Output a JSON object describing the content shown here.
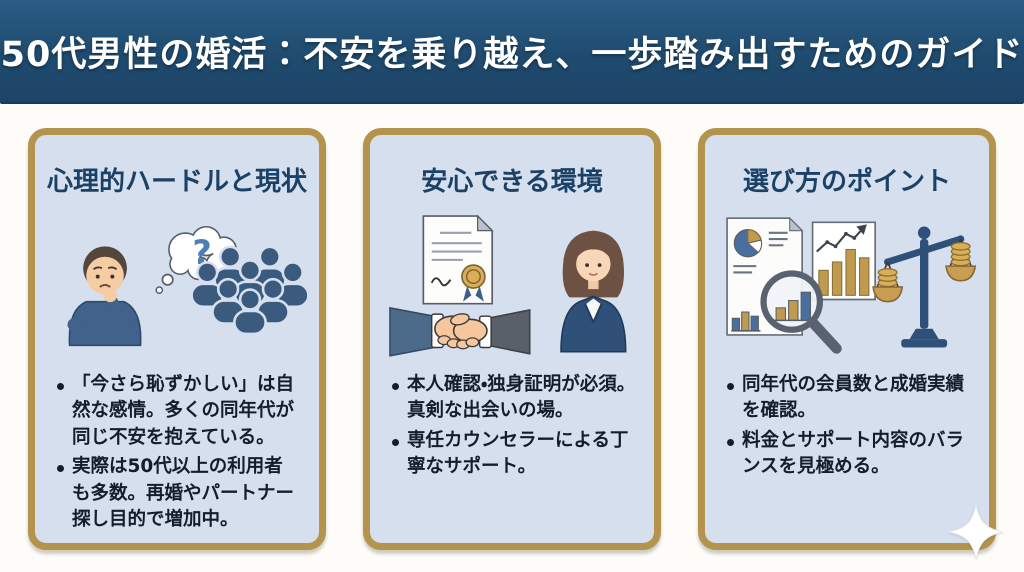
{
  "header": {
    "title": "50代男性の婚活：不安を乗り越え、一歩踏み出すためのガイド"
  },
  "cards": [
    {
      "title": "心理的ハードルと現状",
      "icons": [
        "thinking-man-icon",
        "question-thought-bubble-icon",
        "crowd-icon"
      ],
      "bullets": [
        "「今さら恥ずかしい」は自然な感情。多くの同年代が同じ不安を抱えている。",
        "実際は50代以上の利用者も多数。再婚やパートナー探し目的で増加中。"
      ]
    },
    {
      "title": "安心できる環境",
      "icons": [
        "certificate-icon",
        "handshake-icon",
        "counselor-woman-icon"
      ],
      "bullets": [
        "本人確認・独身証明が必須。真剣な出会いの場。",
        "専任カウンセラーによる丁寧なサポート。"
      ]
    },
    {
      "title": "選び方のポイント",
      "icons": [
        "analytics-document-icon",
        "magnifier-icon",
        "balance-scale-icon",
        "sparkle-icon"
      ],
      "bullets": [
        "同年代の会員数と成婚実績を確認。",
        "料金とサポート内容のバランスを見極める。"
      ]
    }
  ],
  "glyphs": {
    "question_mark": "?"
  },
  "colors": {
    "header_bg": "#1f4b6f",
    "card_bg": "#d5dfee",
    "card_border": "#b4934d",
    "title_text": "#1c4166",
    "body_text": "#141e2a",
    "figure_navy": "#3a5a7e",
    "figure_blue": "#4a6f9e",
    "figure_gold": "#c09a4e",
    "skin_tone": "#f6cda3",
    "white": "#ffffff"
  }
}
